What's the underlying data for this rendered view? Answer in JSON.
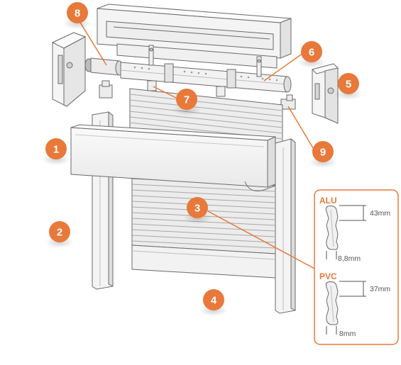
{
  "colors": {
    "accent": "#e8793a",
    "line": "#6b6b6b",
    "part_fill": "#f6f6f6",
    "shade": "#dcdcdc"
  },
  "callouts": [
    {
      "label": "1",
      "part": "front-cover"
    },
    {
      "label": "2",
      "part": "left-guide-rail"
    },
    {
      "label": "3",
      "part": "curtain-slats"
    },
    {
      "label": "4",
      "part": "bottom-bar"
    },
    {
      "label": "5",
      "part": "right-end-cap"
    },
    {
      "label": "6",
      "part": "octagonal-shaft"
    },
    {
      "label": "7",
      "part": "spring-holders"
    },
    {
      "label": "8",
      "part": "shaft-bearing"
    },
    {
      "label": "9",
      "part": "side-bracket"
    }
  ],
  "profiles": {
    "alu": {
      "title": "ALU",
      "height": "43mm",
      "thickness": "8,8mm"
    },
    "pvc": {
      "title": "PVC",
      "height": "37mm",
      "thickness": "8mm"
    }
  }
}
